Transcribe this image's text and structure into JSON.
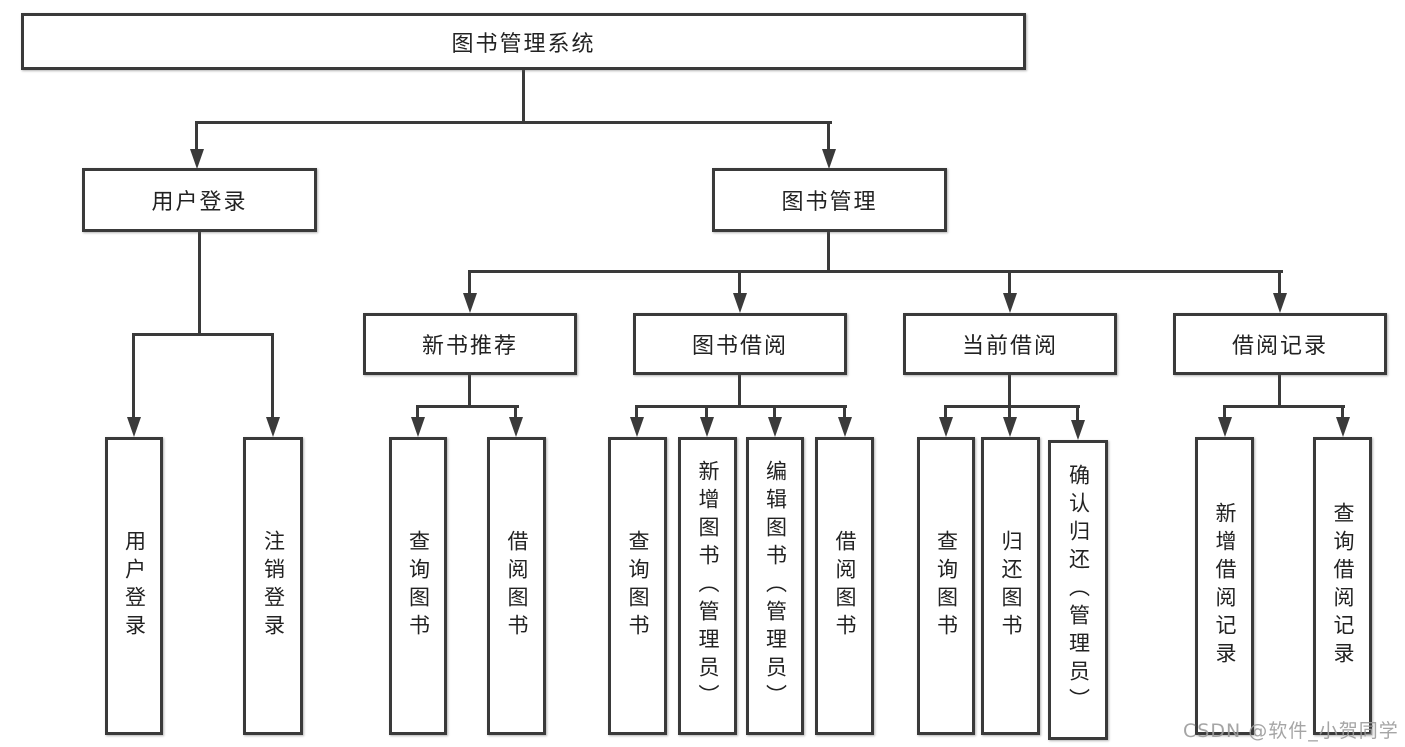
{
  "colors": {
    "line": "#3a3a3a",
    "text": "#222222",
    "watermark_color": "#9c9c9c",
    "background": "#ffffff"
  },
  "root": {
    "label": "图书管理系统"
  },
  "branches": [
    {
      "label": "用户登录",
      "children": [
        {
          "label": "用户登录"
        },
        {
          "label": "注销登录"
        }
      ]
    },
    {
      "label": "图书管理",
      "sections": [
        {
          "label": "新书推荐",
          "children": [
            {
              "label": "查询图书"
            },
            {
              "label": "借阅图书"
            }
          ]
        },
        {
          "label": "图书借阅",
          "children": [
            {
              "label": "查询图书"
            },
            {
              "label": "新增图书（管理员）"
            },
            {
              "label": "编辑图书（管理员）"
            },
            {
              "label": "借阅图书"
            }
          ]
        },
        {
          "label": "当前借阅",
          "children": [
            {
              "label": "查询图书"
            },
            {
              "label": "归还图书"
            },
            {
              "label": "确认归还（管理员）"
            }
          ]
        },
        {
          "label": "借阅记录",
          "children": [
            {
              "label": "新增借阅记录"
            },
            {
              "label": "查询借阅记录"
            }
          ]
        }
      ]
    }
  ],
  "watermark": {
    "text": "CSDN @软件_小贺同学"
  }
}
